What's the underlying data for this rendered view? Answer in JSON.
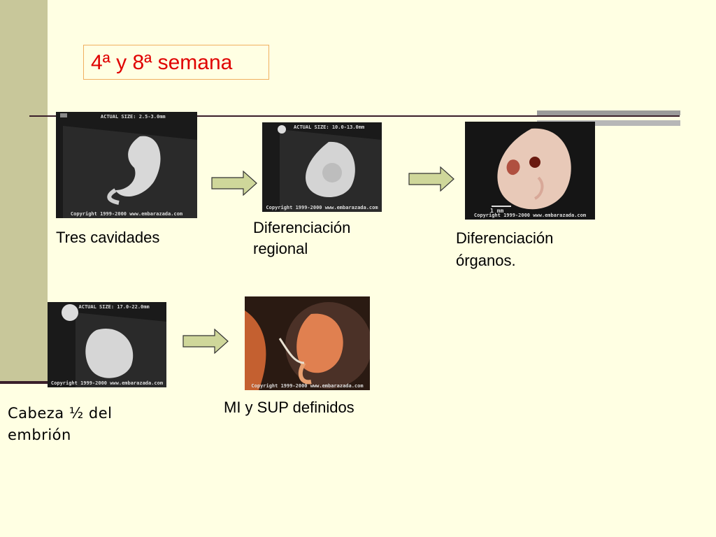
{
  "slide": {
    "title": "4ª y 8ª semana"
  },
  "images": [
    {
      "name": "embryo-week4",
      "caption_top": "ACTUAL SIZE: 2.5-3.0mm",
      "caption_bottom": "Copyright 1999-2000 www.embarazada.com"
    },
    {
      "name": "embryo-week5",
      "caption_top": "ACTUAL SIZE: 10.0-13.0mm",
      "caption_bottom": "Copyright 1999-2000 www.embarazada.com"
    },
    {
      "name": "embryo-week6",
      "caption_top": "",
      "caption_bottom": "Copyright 1999-2000 www.embarazada.com",
      "scale": "1 mm"
    },
    {
      "name": "embryo-week7",
      "caption_top": "ACTUAL SIZE: 17.0-22.0mm",
      "caption_bottom": "Copyright 1999-2000 www.embarazada.com"
    },
    {
      "name": "embryo-week8",
      "caption_top": "",
      "caption_bottom": "Copyright 1999-2000 www.embarazada.com"
    }
  ],
  "labels": {
    "tres": "Tres cavidades",
    "regional_1": "Diferenciación",
    "regional_2": "regional",
    "organos_1": "Diferenciación",
    "organos_2": "órganos.",
    "cabeza_1": "Cabeza ½ del",
    "cabeza_2": "embrión",
    "mi_sup": "MI y SUP definidos"
  },
  "colors": {
    "background": "#ffffe3",
    "title_text": "#e00000",
    "arrow_fill": "#cfd79a"
  }
}
